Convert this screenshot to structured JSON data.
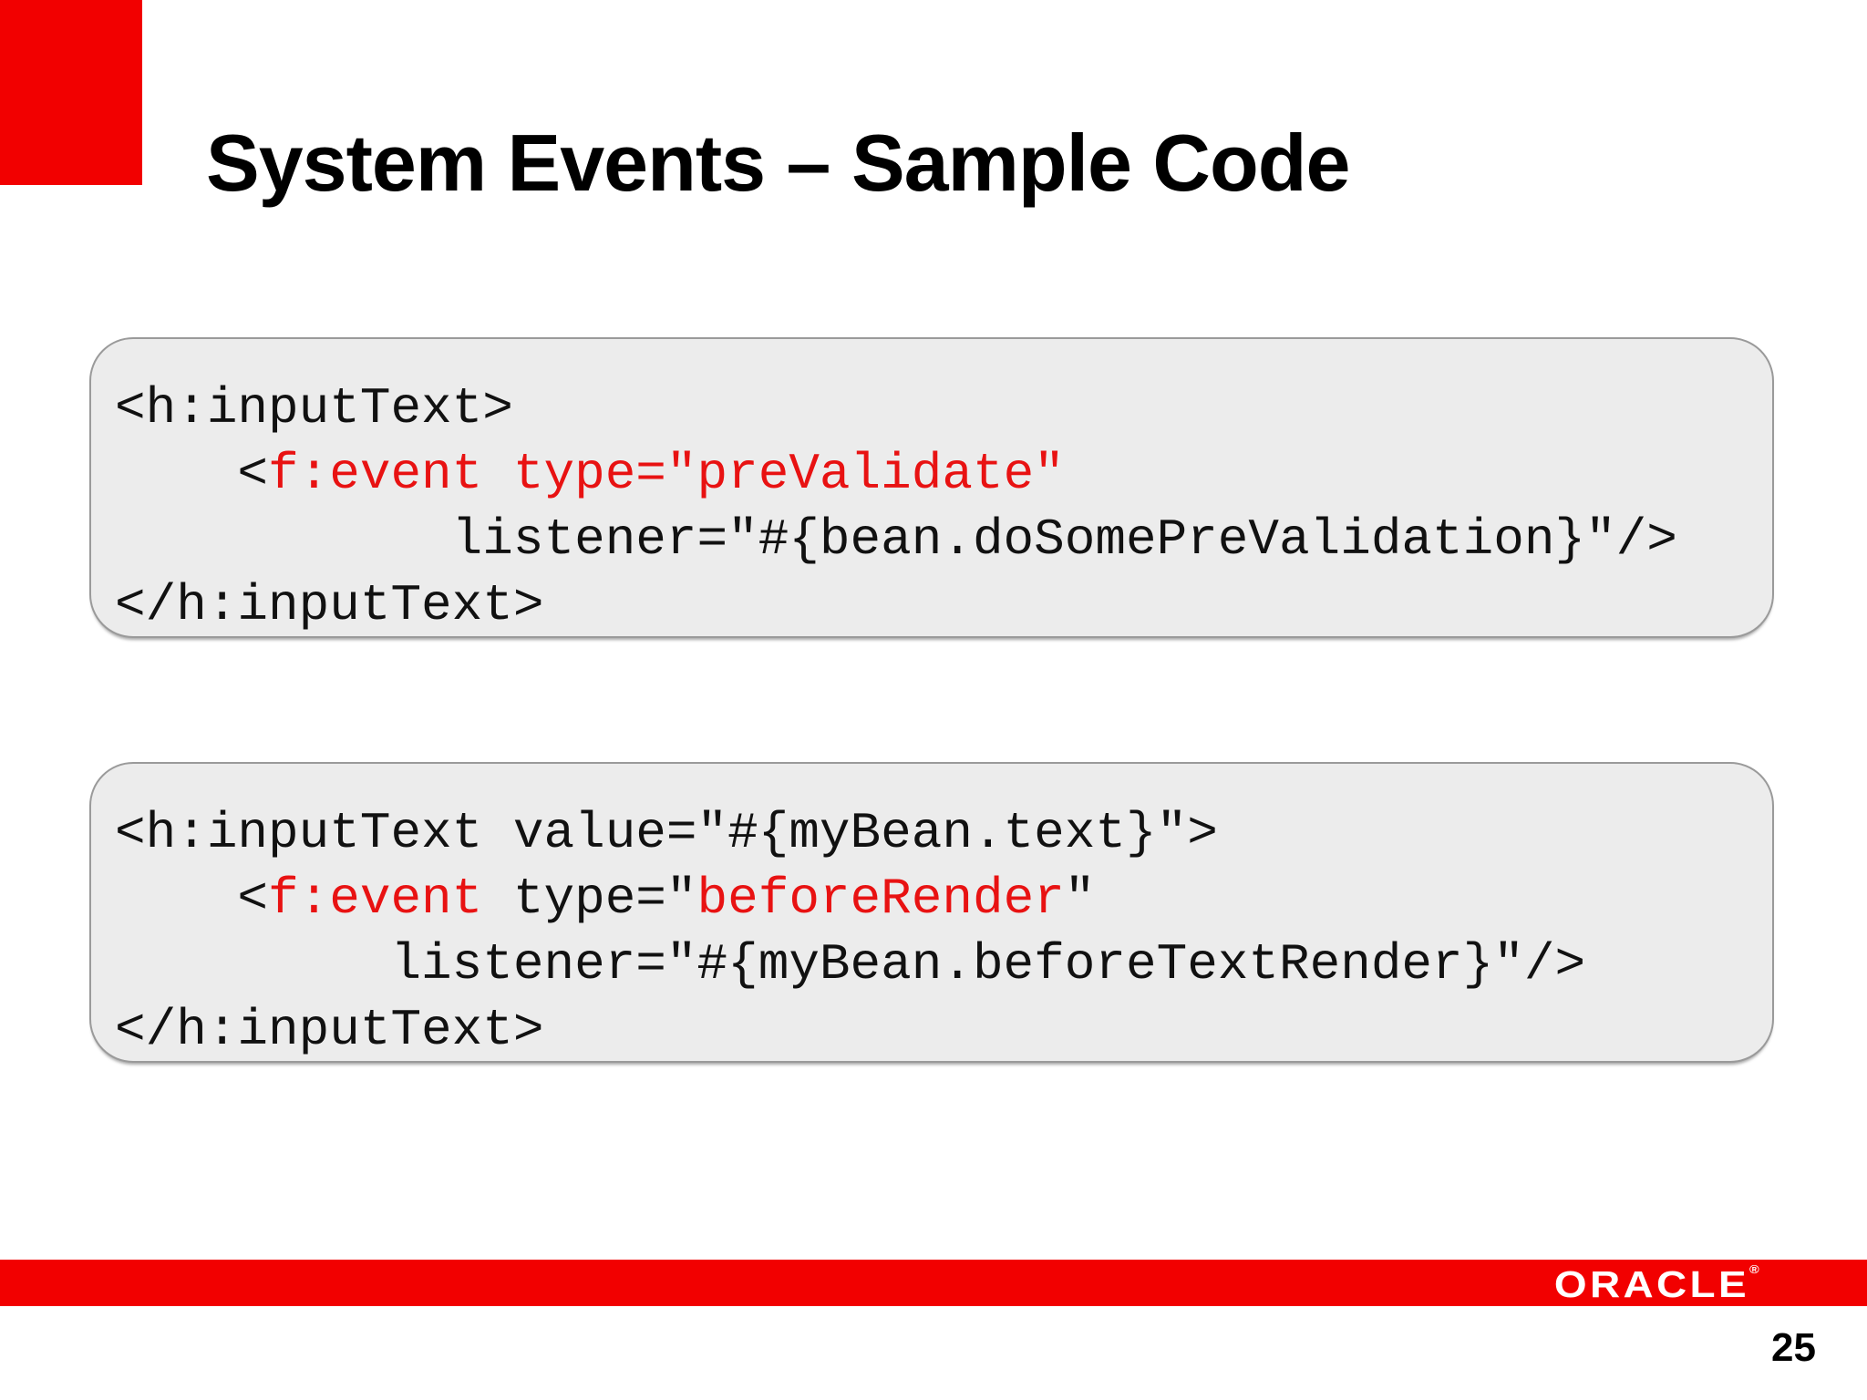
{
  "slide": {
    "title": "System Events – Sample Code",
    "page_number": "25"
  },
  "footer": {
    "logo_text": "ORACLE",
    "registered_mark": "®"
  },
  "colors": {
    "accent_red": "#F20000",
    "code_highlight_red": "#E81212",
    "code_block_bg": "#ECECEC",
    "code_block_border": "#9A9A9A",
    "code_text_black": "#111111"
  },
  "code_blocks": [
    {
      "lines": [
        [
          {
            "text": "<h:inputText>",
            "color": "black"
          }
        ],
        [
          {
            "text": "    <",
            "color": "black"
          },
          {
            "text": "f:event type=\"preValidate\"",
            "color": "red"
          }
        ],
        [
          {
            "text": "           listener=\"#{bean.doSomePreValidation}\"/>",
            "color": "black"
          }
        ],
        [
          {
            "text": "</h:inputText>",
            "color": "black"
          }
        ]
      ]
    },
    {
      "lines": [
        [
          {
            "text": "<h:inputText value=\"#{myBean.text}\">",
            "color": "black"
          }
        ],
        [
          {
            "text": "    <",
            "color": "black"
          },
          {
            "text": "f:event",
            "color": "red"
          },
          {
            "text": " type=\"",
            "color": "black"
          },
          {
            "text": "beforeRender",
            "color": "red"
          },
          {
            "text": "\"",
            "color": "black"
          }
        ],
        [
          {
            "text": "         listener=\"#{myBean.beforeTextRender}\"/>",
            "color": "black"
          }
        ],
        [
          {
            "text": "</h:inputText>",
            "color": "black"
          }
        ]
      ]
    }
  ]
}
